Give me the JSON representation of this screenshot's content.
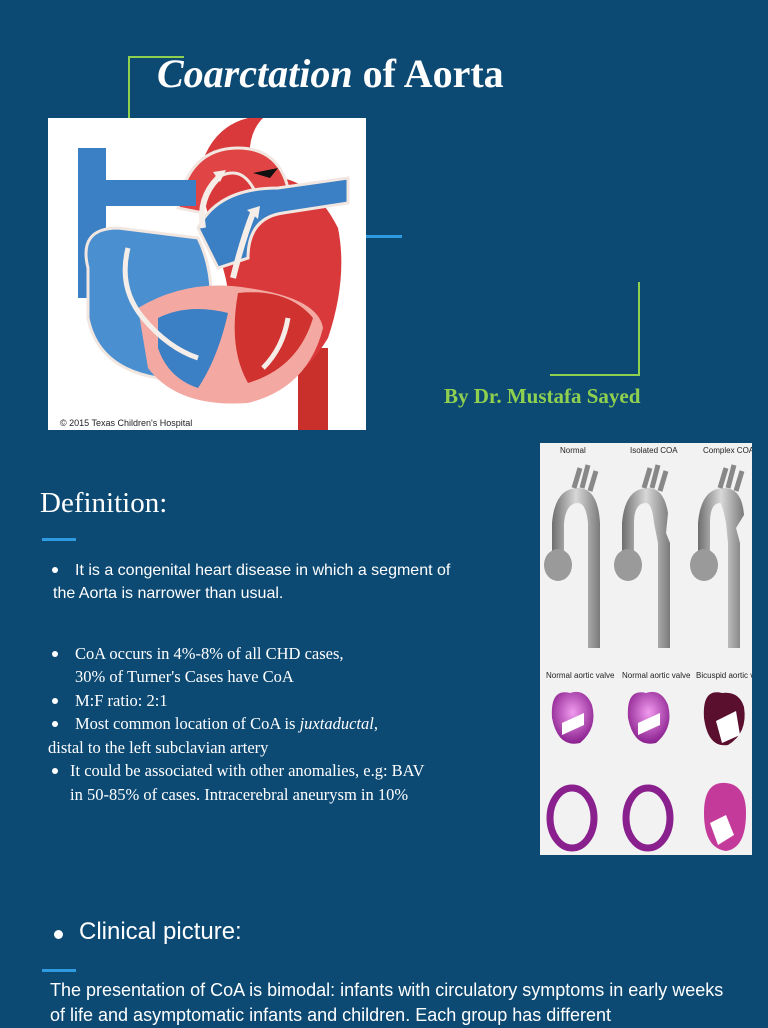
{
  "slide": {
    "title_part1": "Coarctation",
    "title_part2": " of Aorta",
    "author": "By Dr. Mustafa Sayed",
    "heart_caption": "© 2015 Texas Children's Hospital"
  },
  "figure": {
    "top_labels": [
      "Normal",
      "Isolated COA",
      "Complex COA"
    ],
    "valve_labels": [
      "Normal aortic valve",
      "Normal aortic valve",
      "Bicuspid aortic valve"
    ]
  },
  "definition": {
    "heading": "Definition:",
    "bullet1_line1": "It is a congenital heart disease in which a segment of",
    "bullet1_line2": "the Aorta is narrower than usual.",
    "bullet2_line1": "CoA occurs in 4%-8% of all CHD cases,",
    "bullet2_line2": "30% of Turner's Cases have CoA",
    "bullet3": "M:F ratio: 2:1",
    "bullet4_pre": "Most common location of CoA is ",
    "bullet4_em": "juxtaductal",
    "bullet4_post": ",",
    "bullet4_line2": "distal to the left subclavian artery",
    "bullet5_line1": "It could be associated with other anomalies, e.g: BAV",
    "bullet5_line2": "in 50-85% of cases. Intracerebral aneurysm in 10%"
  },
  "clinical": {
    "heading": "Clinical picture:",
    "paragraph": "The presentation of CoA is bimodal: infants with circulatory symptoms in early weeks of life and asymptomatic infants and children. Each group has different"
  },
  "colors": {
    "background": "#0d4a73",
    "accent_green": "#8fd14f",
    "accent_blue": "#2e9be0"
  }
}
